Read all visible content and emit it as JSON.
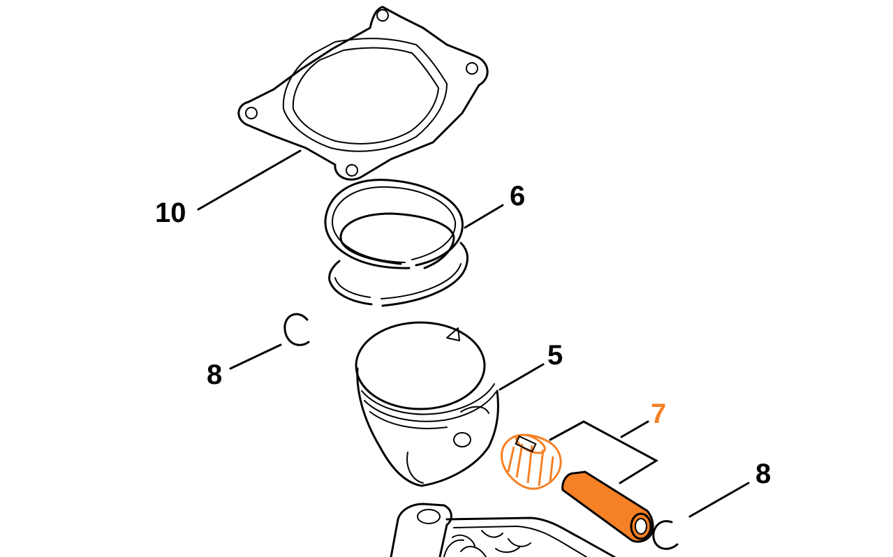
{
  "callouts": {
    "gasket": "10",
    "rings": "6",
    "circlip_left": "8",
    "piston": "5",
    "bearing_pin": "7",
    "circlip_right": "8"
  },
  "colors": {
    "highlight": "#f58025",
    "line": "#000000",
    "background": "#ffffff"
  }
}
